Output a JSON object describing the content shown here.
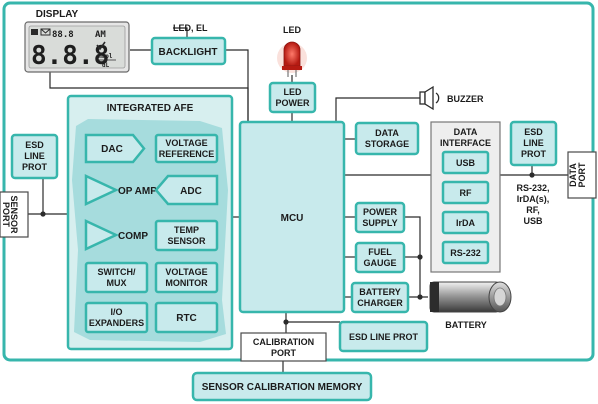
{
  "display": {
    "title": "DISPLAY",
    "lcd_digits": "8.8.8",
    "lcd_small": "88.8",
    "lcd_am": "AM",
    "lcd_unit1": "mmol",
    "lcd_unit2": "dL"
  },
  "led_el_label": "LED, EL",
  "backlight": "BACKLIGHT",
  "led_label": "LED",
  "led_power": [
    "LED",
    "POWER"
  ],
  "buzzer": "BUZZER",
  "afe": {
    "title": "INTEGRATED AFE",
    "dac": "DAC",
    "voltage_reference": [
      "VOLTAGE",
      "REFERENCE"
    ],
    "op_amp": "OP AMP",
    "adc": "ADC",
    "comp": "COMP",
    "temp_sensor": [
      "TEMP",
      "SENSOR"
    ],
    "switch_mux": [
      "SWITCH/",
      "MUX"
    ],
    "voltage_monitor": [
      "VOLTAGE",
      "MONITOR"
    ],
    "io_expanders": [
      "I/O",
      "EXPANDERS"
    ],
    "rtc": "RTC"
  },
  "esd_left": [
    "ESD",
    "LINE",
    "PROT"
  ],
  "sensor_port": [
    "SENSOR",
    "PORT"
  ],
  "mcu": "MCU",
  "data_storage": [
    "DATA",
    "STORAGE"
  ],
  "data_interface": {
    "title": [
      "DATA",
      "INTERFACE"
    ],
    "items": [
      "USB",
      "RF",
      "IrDA",
      "RS-232"
    ]
  },
  "esd_right": [
    "ESD",
    "LINE",
    "PROT"
  ],
  "data_port": [
    "DATA",
    "PORT"
  ],
  "protocols": [
    "RS-232,",
    "IrDA(s),",
    "RF,",
    "USB"
  ],
  "power_supply": [
    "POWER",
    "SUPPLY"
  ],
  "fuel_gauge": [
    "FUEL",
    "GAUGE"
  ],
  "battery_charger": [
    "BATTERY",
    "CHARGER"
  ],
  "battery": "BATTERY",
  "esd_line_prot_bottom": "ESD LINE PROT",
  "calibration_port": [
    "CALIBRATION",
    "PORT"
  ],
  "sensor_calibration_memory": "SENSOR CALIBRATION MEMORY",
  "colors": {
    "teal": "#37b6ac",
    "fill": "#c8eaec",
    "afe_fill": "#a6dcdd",
    "led_red": "#d8261f"
  }
}
